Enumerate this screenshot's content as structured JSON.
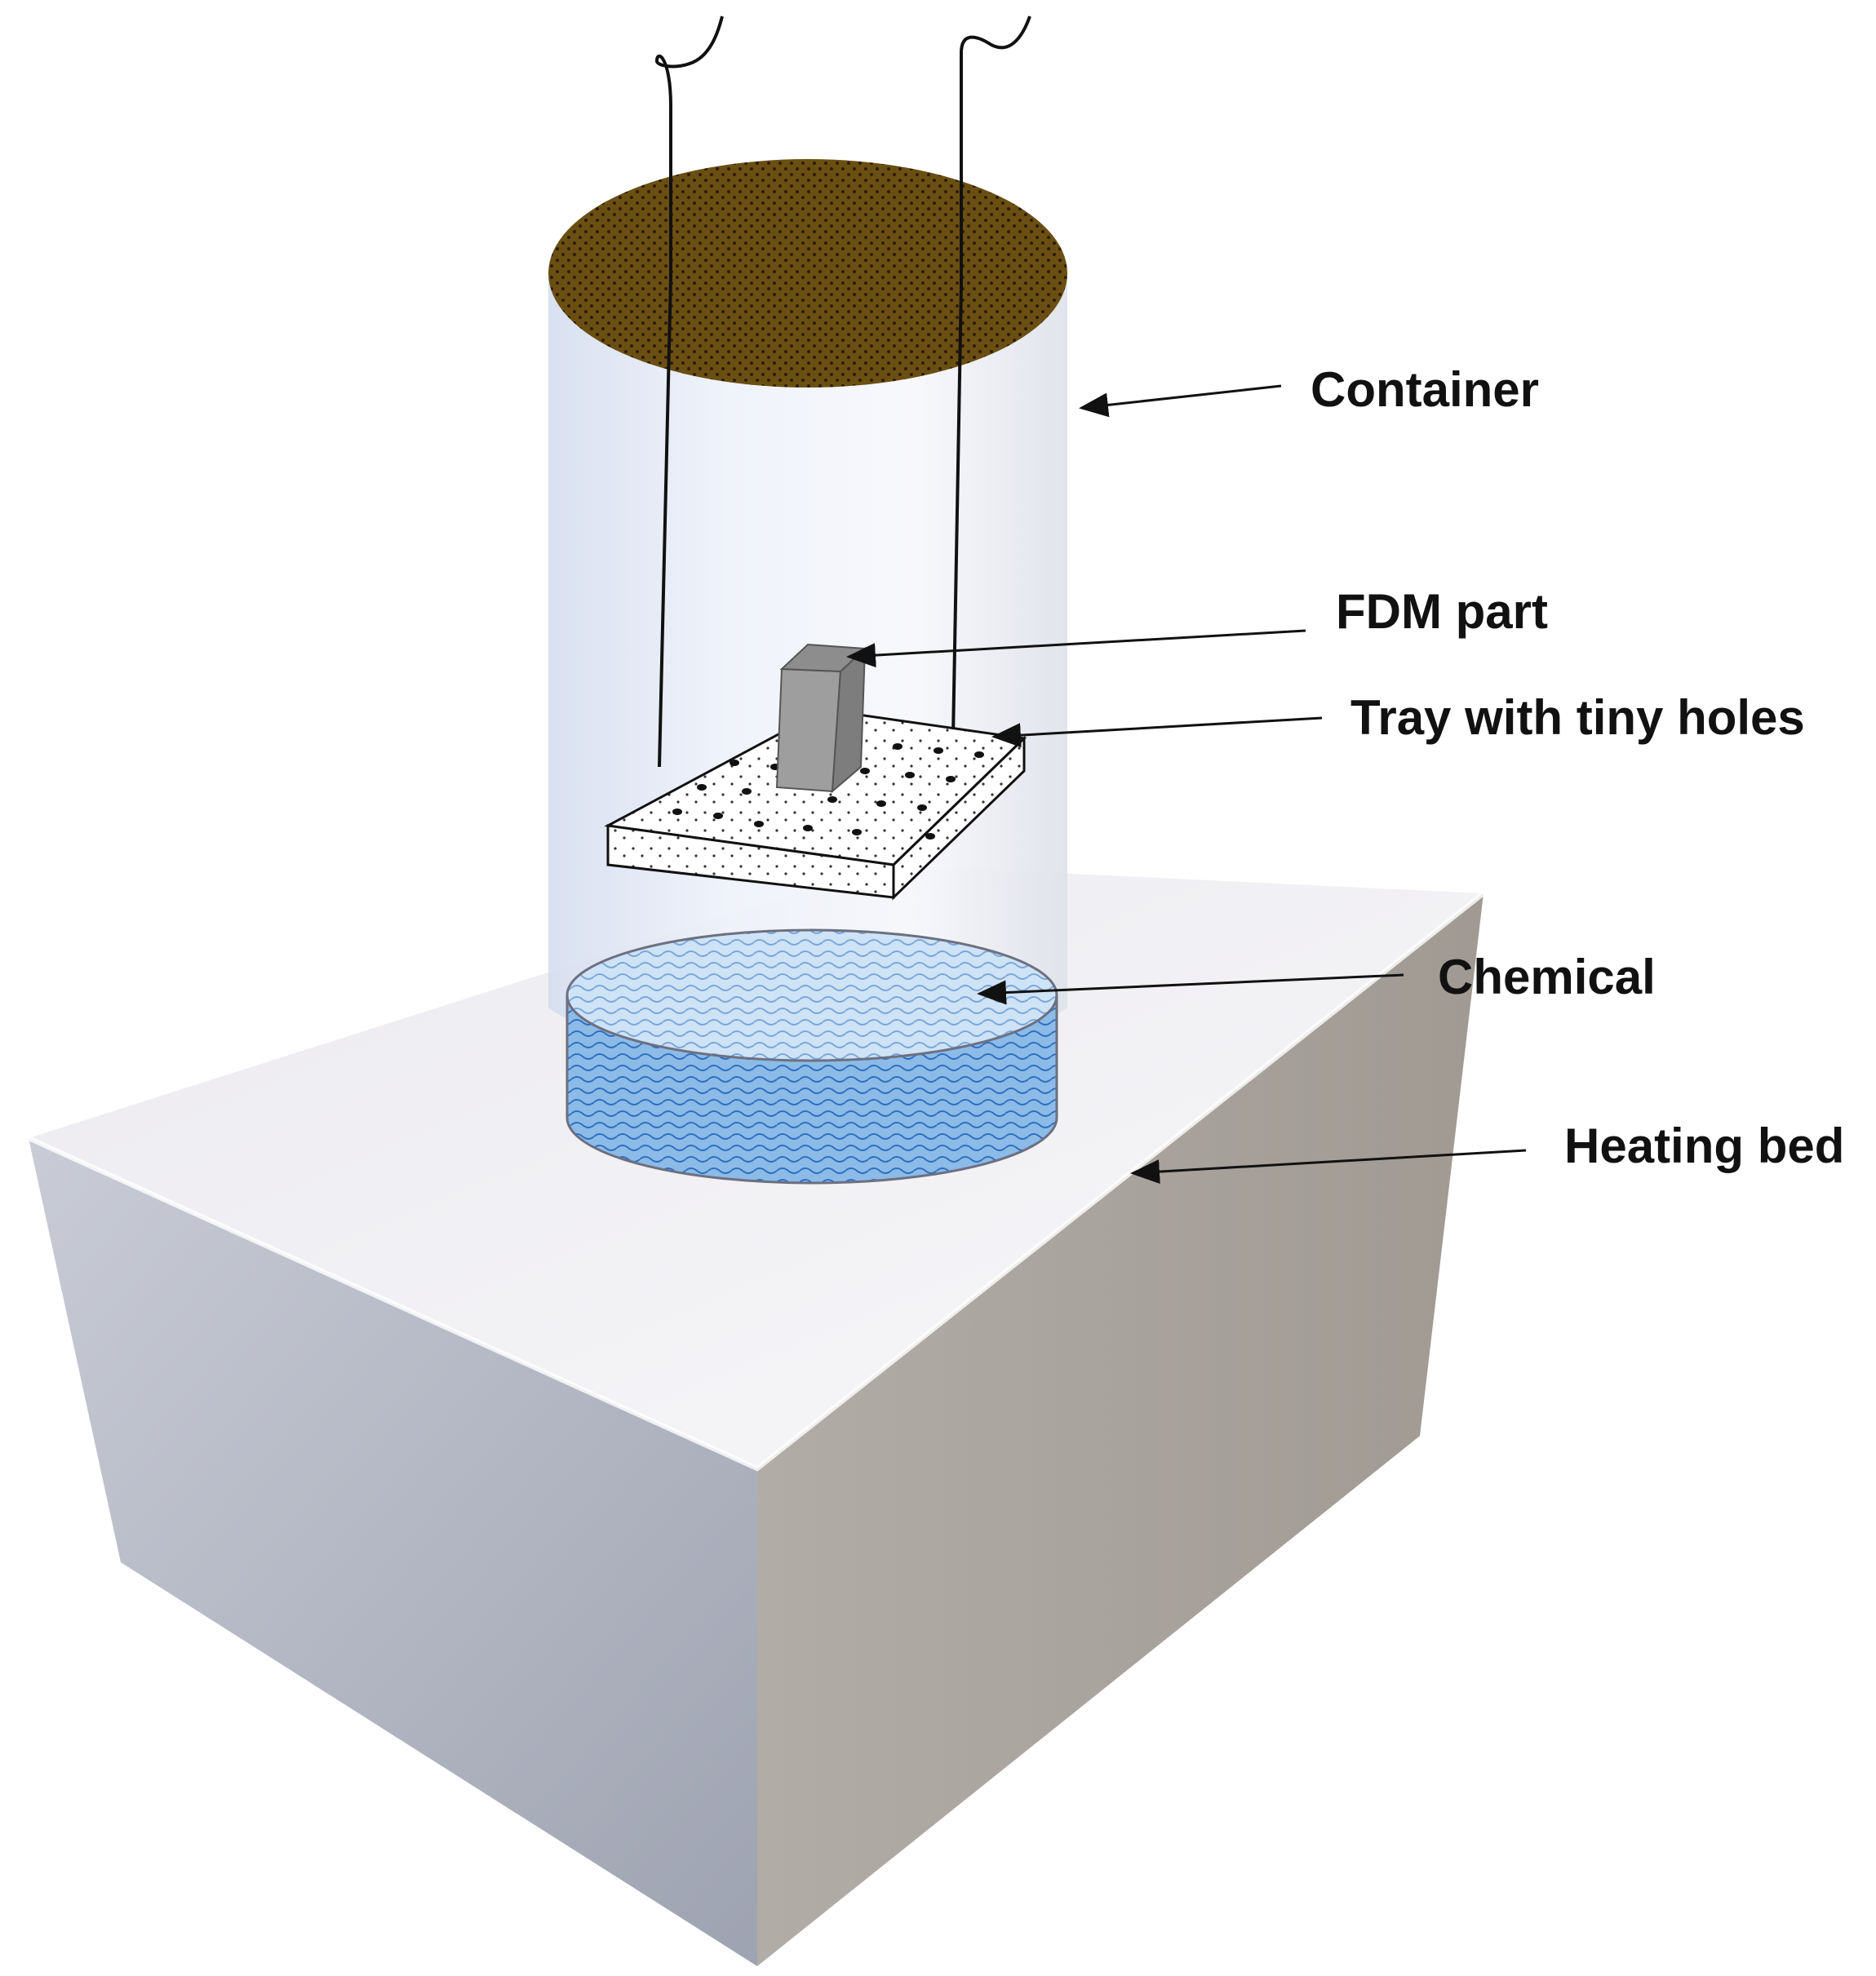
{
  "labels": {
    "container": "Container",
    "fdm_part": "FDM part",
    "tray": "Tray with tiny holes",
    "chemical": "Chemical",
    "heating_bed": "Heating bed"
  },
  "colors": {
    "lid": "#6b4f12",
    "liquid": "#7fb2e5",
    "part": "#9e9e9e",
    "bed_top": "#f1f0f2",
    "bed_front": "#a6a9b4",
    "bed_side": "#a39e98"
  }
}
